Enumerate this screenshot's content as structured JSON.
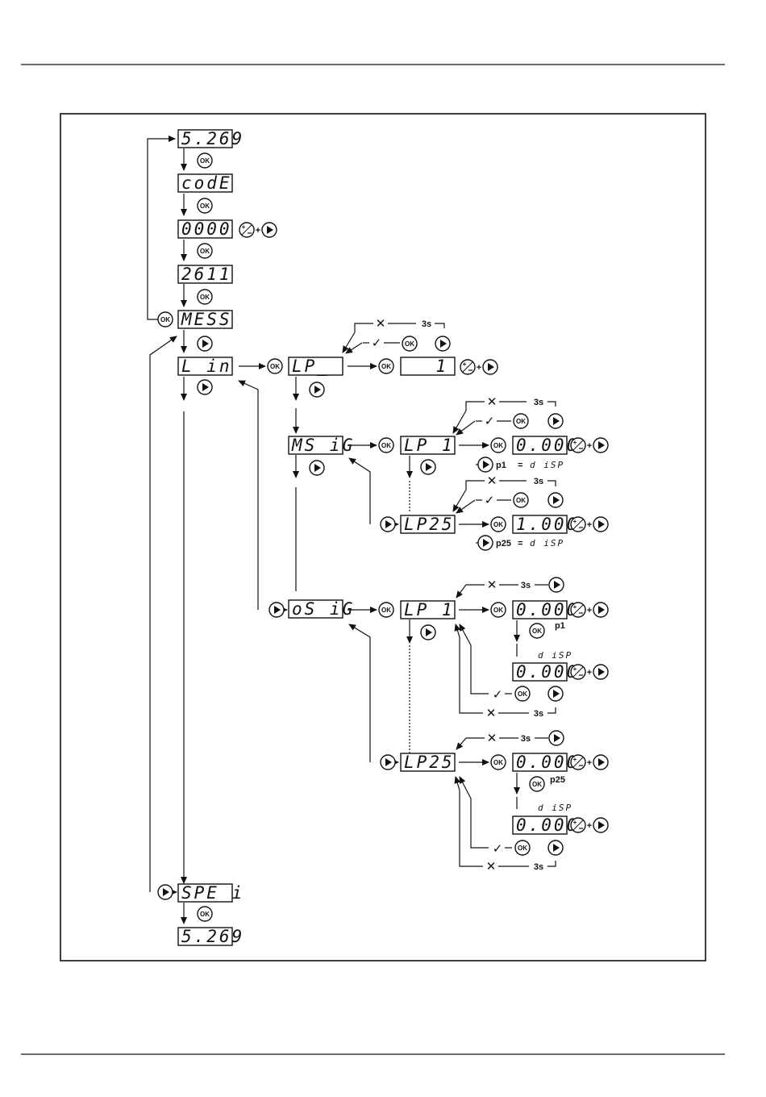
{
  "lcd": {
    "model_top": "5.269",
    "code": "codE",
    "zeros": "0000",
    "passcode": "2611",
    "mess": "MESS",
    "lin": "L in",
    "lp_blank": "LP_",
    "lp_value": "1",
    "msig": "MS iG",
    "lp1": "LP  1",
    "lp25": "LP25",
    "val_0": "0.000",
    "val_1": "1.000",
    "osig": "oS iG",
    "spei": "SPE i",
    "model_bottom": "5.269",
    "disp": "d iSP"
  },
  "labels": {
    "ok": "OK",
    "plus": "+",
    "cross": "✕",
    "check": "✓",
    "three_s": "3s",
    "p1": "p1",
    "p25": "p25",
    "equals": "="
  },
  "colors": {
    "line": "#111111",
    "background": "#ffffff"
  }
}
